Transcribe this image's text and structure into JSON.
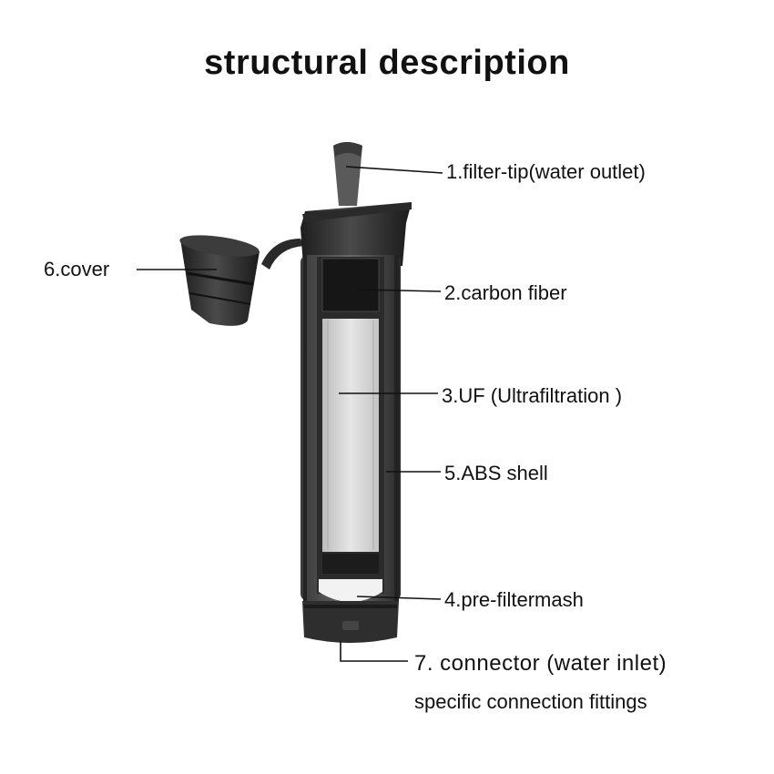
{
  "title": "structural description",
  "callouts": [
    {
      "id": "filter-tip",
      "text": "1.filter-tip(water outlet)"
    },
    {
      "id": "carbon-fiber",
      "text": "2.carbon fiber"
    },
    {
      "id": "uf",
      "text": "3.UF (Ultrafiltration )"
    },
    {
      "id": "pre-filter",
      "text": "4.pre-filtermash"
    },
    {
      "id": "abs-shell",
      "text": "5.ABS shell"
    },
    {
      "id": "cover",
      "text": "6.cover"
    },
    {
      "id": "connector",
      "text": "7.  connector  (water inlet)"
    }
  ],
  "connector_note": "specific connection fittings"
}
